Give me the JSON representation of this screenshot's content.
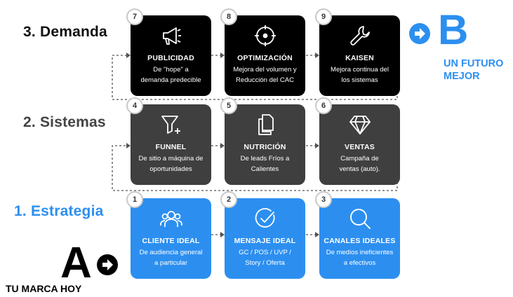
{
  "rows": {
    "demanda": "3. Demanda",
    "sistemas": "2. Sistemas",
    "estrategia": "1. Estrategia"
  },
  "colors": {
    "demanda": "#000000",
    "sistemas": "#3f3f3f",
    "estrategia": "#2c8ff0",
    "label_demanda": "#111111",
    "label_sistemas": "#444444",
    "label_estrategia": "#2c8ff0"
  },
  "cards": [
    {
      "num": "7",
      "icon": "megaphone-icon",
      "title": "PUBLICIDAD",
      "desc1": "De \"hope\" a",
      "desc2": "demanda predecible"
    },
    {
      "num": "8",
      "icon": "crosshair-icon",
      "title": "OPTIMIZACIÓN",
      "desc1": "Mejora del volumen y",
      "desc2": "Reducción del CAC"
    },
    {
      "num": "9",
      "icon": "wrench-icon",
      "title": "KAISEN",
      "desc1": "Mejora continua del",
      "desc2": "los sistemas"
    },
    {
      "num": "4",
      "icon": "funnel-icon",
      "title": "FUNNEL",
      "desc1": "De sitio a máquina de",
      "desc2": "oportunidades"
    },
    {
      "num": "5",
      "icon": "documents-icon",
      "title": "NUTRICIÓN",
      "desc1": "De leads Fríos a",
      "desc2": "Calientes"
    },
    {
      "num": "6",
      "icon": "diamond-icon",
      "title": "VENTAS",
      "desc1": "Campaña de",
      "desc2": "ventas (auto)."
    },
    {
      "num": "1",
      "icon": "users-icon",
      "title": "CLIENTE IDEAL",
      "desc1": "De audiencia general",
      "desc2": "a particular"
    },
    {
      "num": "2",
      "icon": "check-circle-icon",
      "title": "MENSAJE IDEAL",
      "desc1": "GC / POS / UVP /",
      "desc2": "Story / Oferta"
    },
    {
      "num": "3",
      "icon": "search-icon",
      "title": "CANALES IDEALES",
      "desc1": "De medios ineficientes",
      "desc2": "a efectivos"
    }
  ],
  "goal": {
    "letter": "B",
    "line1": "UN FUTURO",
    "line2": "MEJOR"
  },
  "start": {
    "letter": "A",
    "caption": "TU MARCA HOY"
  }
}
